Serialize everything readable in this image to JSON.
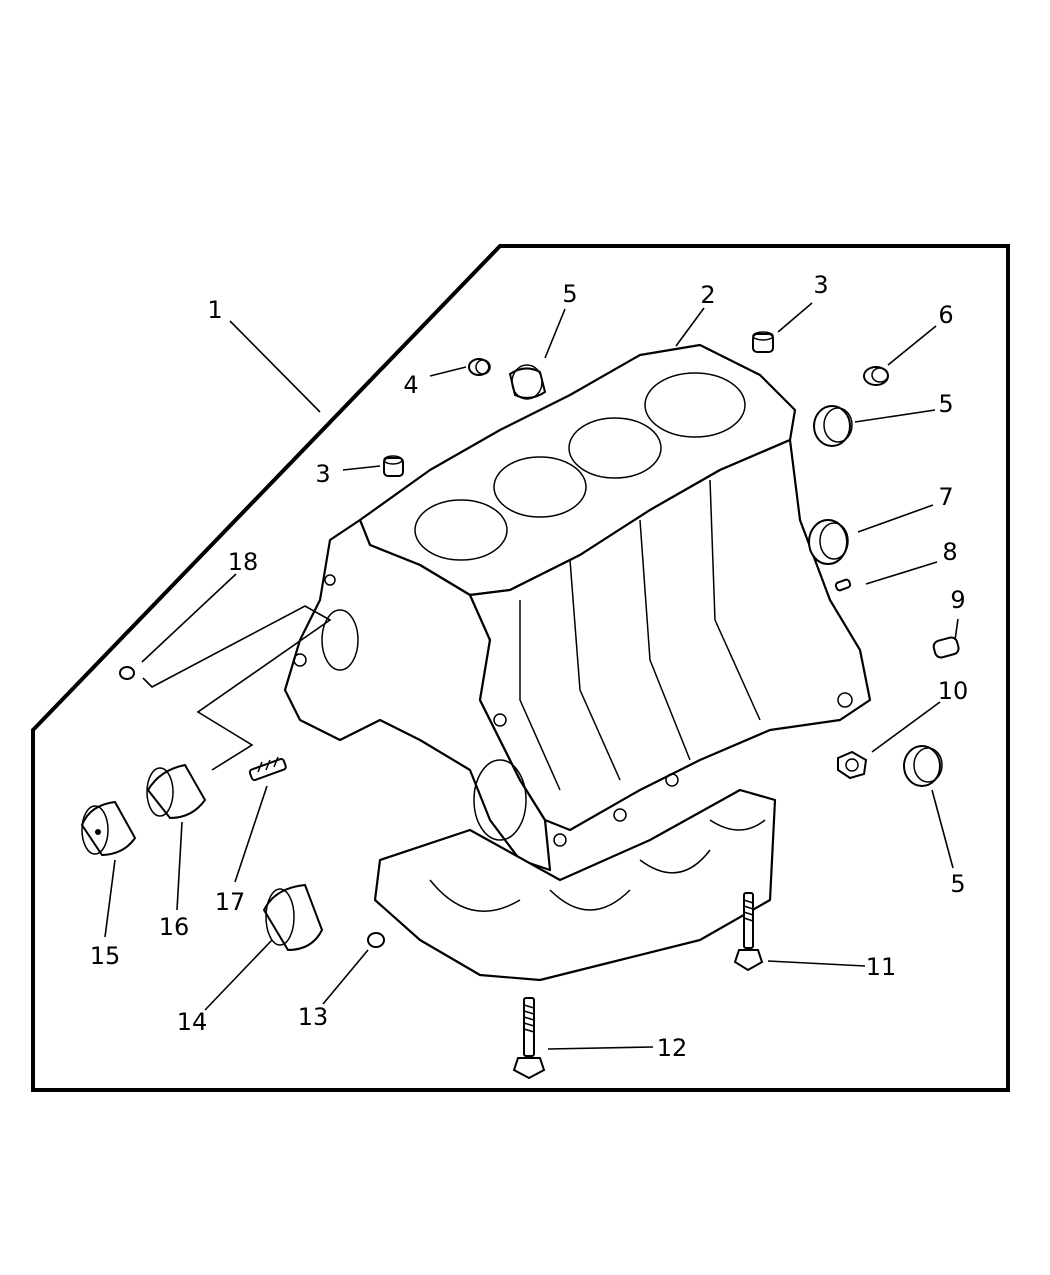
{
  "diagram": {
    "callouts": [
      {
        "id": "c1",
        "label": "1"
      },
      {
        "id": "c2",
        "label": "2"
      },
      {
        "id": "c3a",
        "label": "3"
      },
      {
        "id": "c3b",
        "label": "3"
      },
      {
        "id": "c4",
        "label": "4"
      },
      {
        "id": "c5a",
        "label": "5"
      },
      {
        "id": "c5b",
        "label": "5"
      },
      {
        "id": "c5c",
        "label": "5"
      },
      {
        "id": "c6",
        "label": "6"
      },
      {
        "id": "c7",
        "label": "7"
      },
      {
        "id": "c8",
        "label": "8"
      },
      {
        "id": "c9",
        "label": "9"
      },
      {
        "id": "c10",
        "label": "10"
      },
      {
        "id": "c11",
        "label": "11"
      },
      {
        "id": "c12",
        "label": "12"
      },
      {
        "id": "c13",
        "label": "13"
      },
      {
        "id": "c14",
        "label": "14"
      },
      {
        "id": "c15",
        "label": "15"
      },
      {
        "id": "c16",
        "label": "16"
      },
      {
        "id": "c17",
        "label": "17"
      },
      {
        "id": "c18",
        "label": "18"
      }
    ]
  }
}
